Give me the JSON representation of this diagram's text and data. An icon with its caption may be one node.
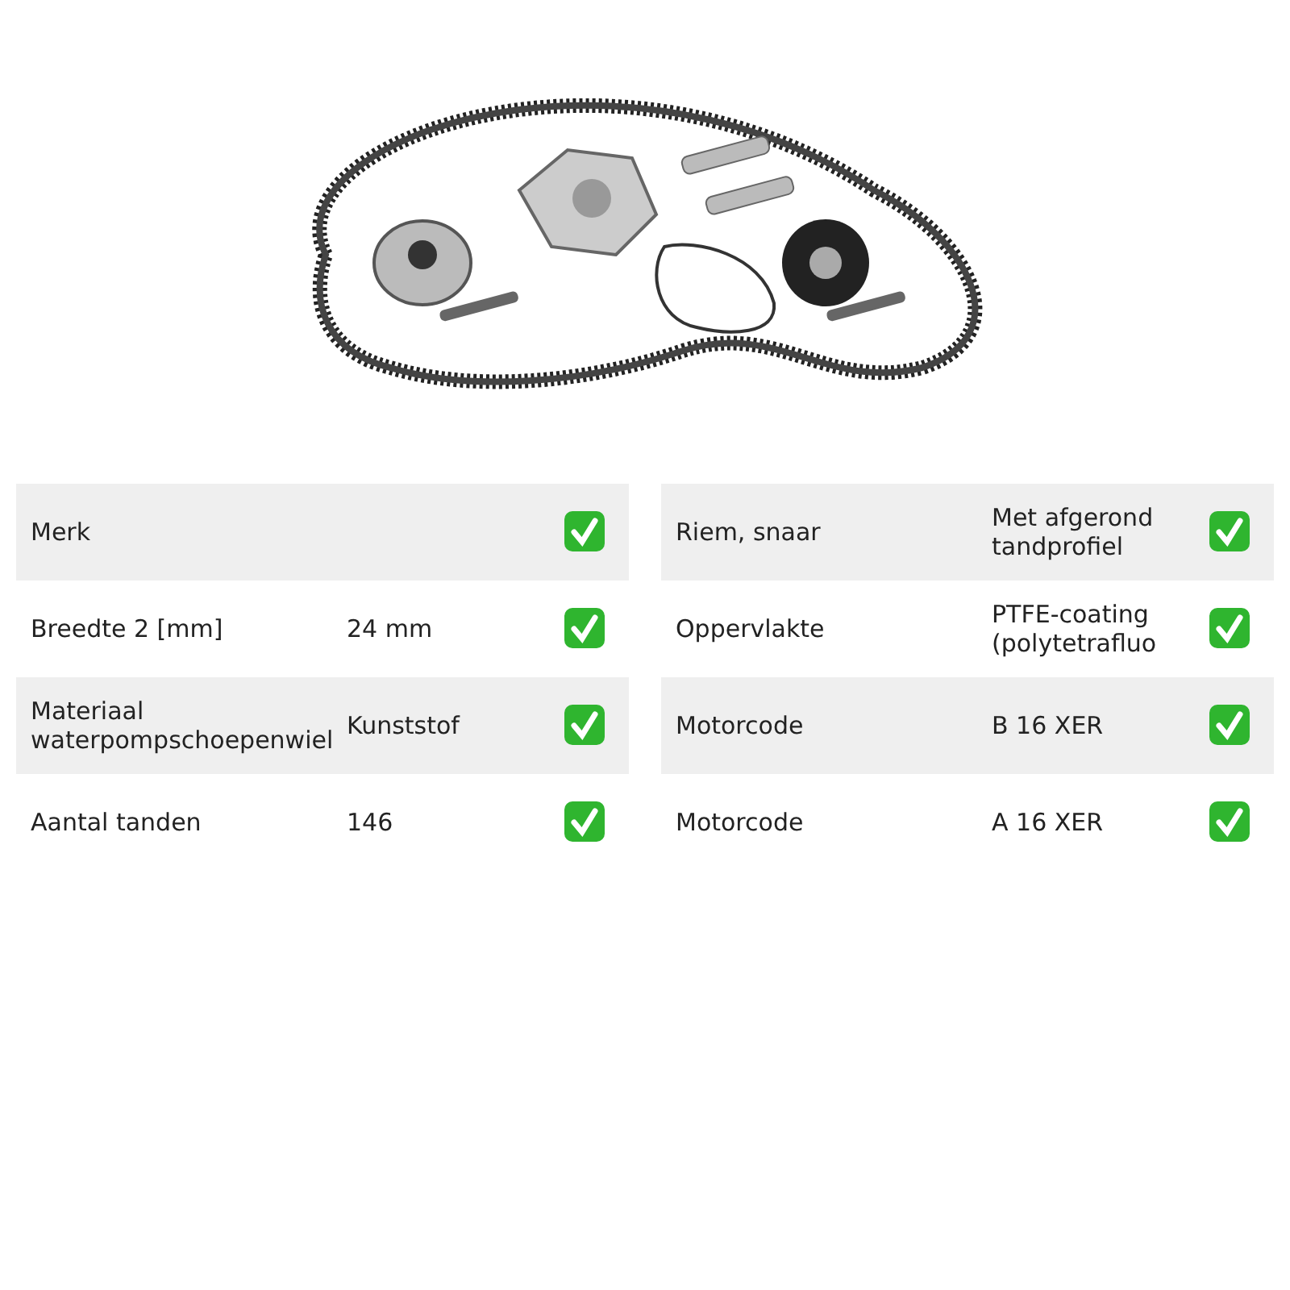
{
  "diagram": {
    "labels": [
      "Merk",
      "Breedte 2 [mm]",
      "24 mm",
      "Materiaal waterpompschoepenwiel",
      "Kunststof",
      "Aantal tanden",
      "146",
      "Riem, snaar",
      "Met afgerond tandprofiel",
      "Oppervlakte",
      "PTFE-coating (polytetrafluo",
      "Motorcode",
      "B 16 XER",
      "Motorcode",
      "A 16 XER"
    ]
  }
}
